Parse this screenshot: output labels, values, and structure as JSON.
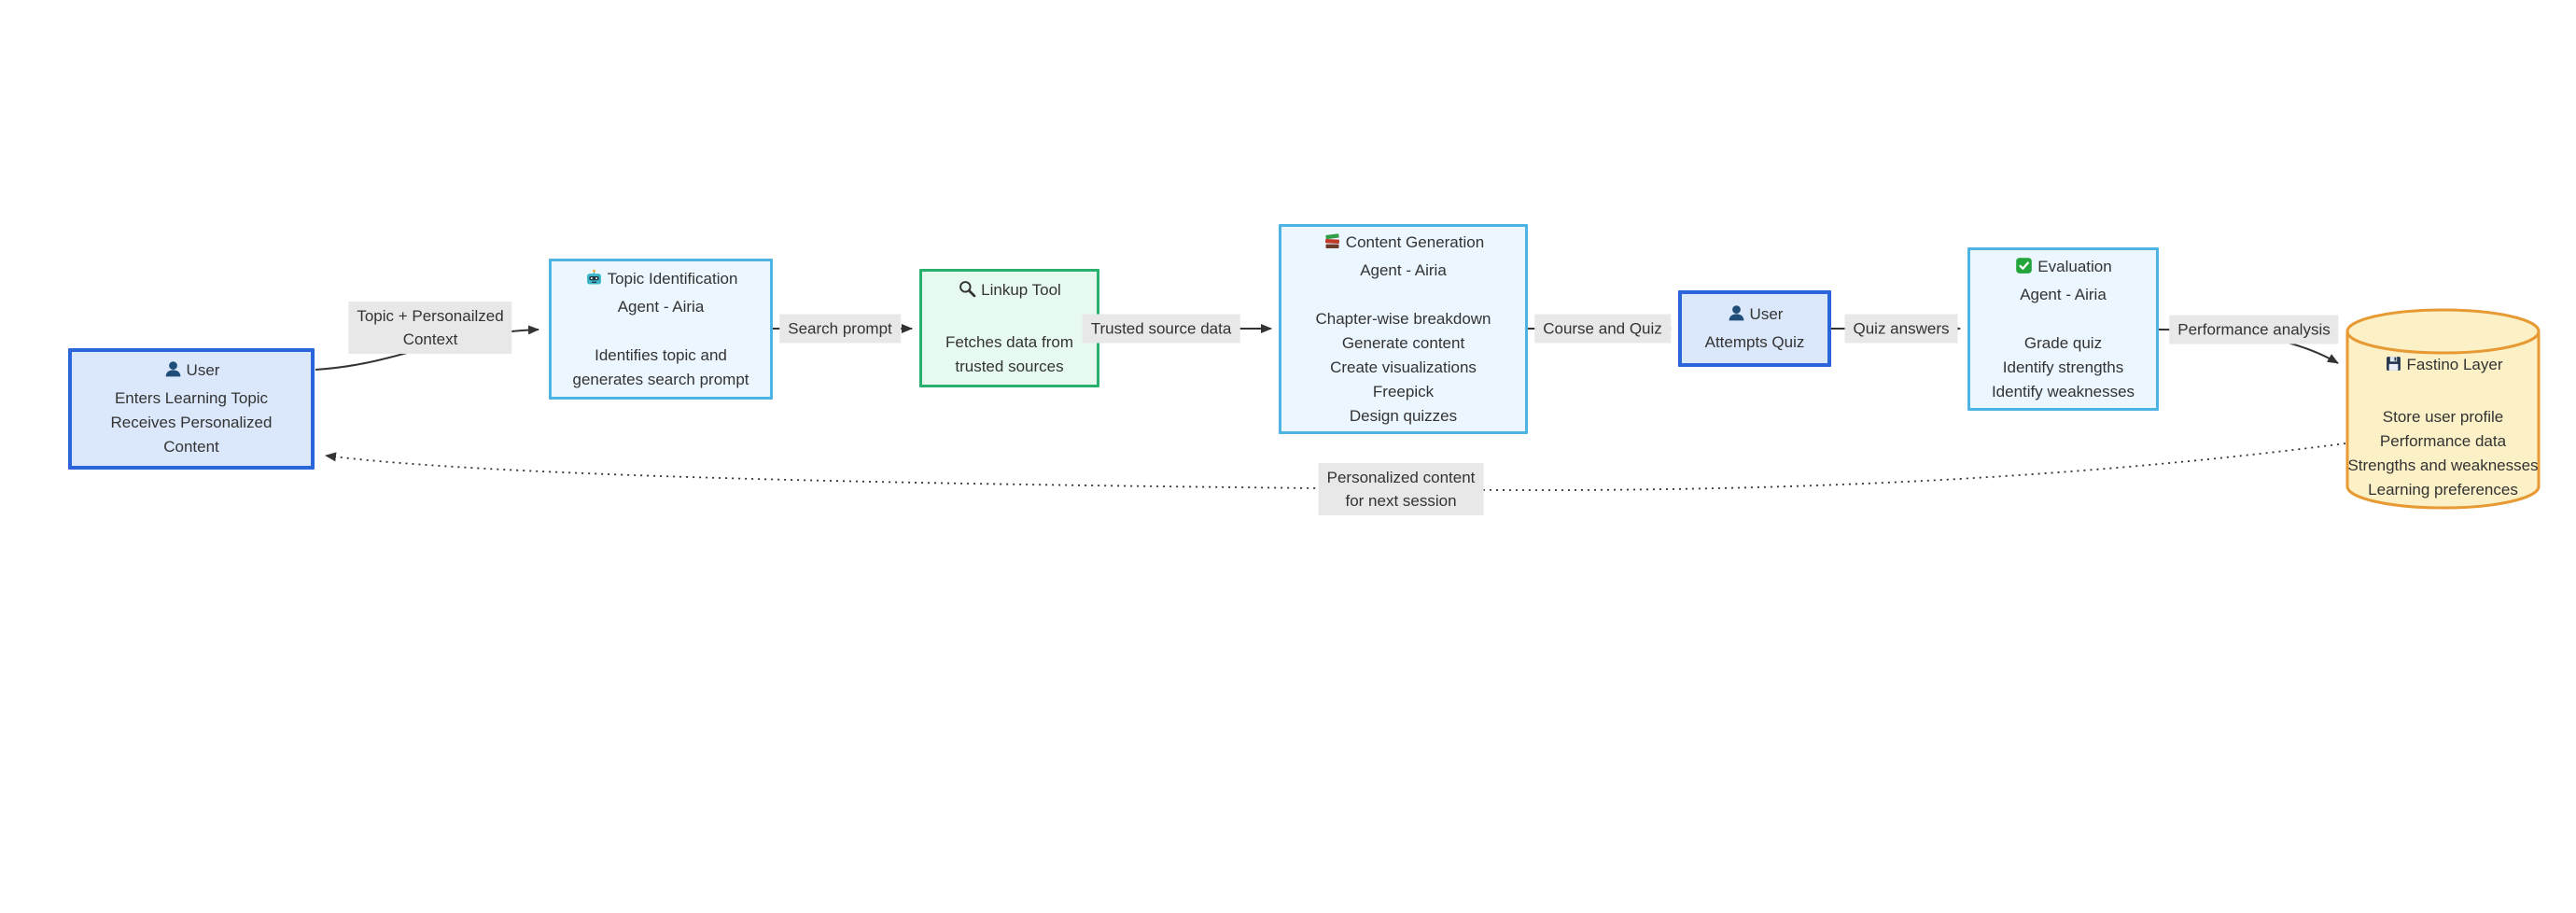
{
  "canvas": {
    "background": "#ffffff"
  },
  "colors": {
    "edge": "#333333",
    "label_bg": "#e8e8e8",
    "text": "#333333",
    "user_fill": "#dbe8fb",
    "user_stroke": "#2a65d9",
    "agent_fill": "#ebf6ff",
    "agent_stroke": "#4db3e3",
    "tool_fill": "#e7faf0",
    "tool_stroke": "#28b06e",
    "db_fill": "#fbf0c6",
    "db_stroke": "#e79a33"
  },
  "nodes": [
    {
      "id": "user",
      "icon": "user-icon",
      "title": "User",
      "body": [
        "Enters Learning Topic",
        "Receives Personalized",
        "Content"
      ],
      "fill": "#dbe8fb",
      "stroke": "#2a65d9",
      "shape": "rect"
    },
    {
      "id": "topic-identification-agent",
      "icon": "robot-icon",
      "title": "Topic Identification",
      "subtitle": "Agent - Airia",
      "body": [
        "Identifies topic and",
        "generates search prompt"
      ],
      "fill": "#ebf6ff",
      "stroke": "#4db3e3",
      "shape": "rect"
    },
    {
      "id": "linkup-tool",
      "icon": "search-icon",
      "title": "Linkup Tool",
      "body": [
        "Fetches data from",
        "trusted sources"
      ],
      "fill": "#e7faf0",
      "stroke": "#28b06e",
      "shape": "rect"
    },
    {
      "id": "content-generation-agent",
      "icon": "books-icon",
      "title": "Content Generation",
      "subtitle": "Agent - Airia",
      "body": [
        "Chapter-wise breakdown",
        "Generate content",
        "Create visualizations",
        "Freepick",
        "Design quizzes"
      ],
      "fill": "#ebf6ff",
      "stroke": "#4db3e3",
      "shape": "rect"
    },
    {
      "id": "user-attempts-quiz",
      "icon": "user-icon",
      "title": "User",
      "body": [
        "Attempts Quiz"
      ],
      "fill": "#dbe8fb",
      "stroke": "#2a65d9",
      "shape": "rect"
    },
    {
      "id": "evaluation-agent",
      "icon": "check-icon",
      "title": "Evaluation",
      "subtitle": "Agent - Airia",
      "body": [
        "Grade quiz",
        "Identify strengths",
        "Identify weaknesses"
      ],
      "fill": "#ebf6ff",
      "stroke": "#4db3e3",
      "shape": "rect"
    },
    {
      "id": "fastino-layer",
      "icon": "floppy-icon",
      "title": "Fastino Layer",
      "body": [
        "Store user profile",
        "Performance data",
        "Strengths and weaknesses",
        "Learning preferences"
      ],
      "fill": "#fbf0c6",
      "stroke": "#e79a33",
      "shape": "cylinder"
    }
  ],
  "edge_labels": [
    {
      "id": "topic-context",
      "lines": [
        "Topic + Personailzed",
        "Context"
      ]
    },
    {
      "id": "search-prompt",
      "lines": [
        "Search prompt"
      ]
    },
    {
      "id": "trusted-source-data",
      "lines": [
        "Trusted source data"
      ]
    },
    {
      "id": "course-and-quiz",
      "lines": [
        "Course and Quiz"
      ]
    },
    {
      "id": "quiz-answers",
      "lines": [
        "Quiz answers"
      ]
    },
    {
      "id": "performance-analysis",
      "lines": [
        "Performance analysis"
      ]
    },
    {
      "id": "personalized-content",
      "lines": [
        "Personalized content",
        "for next session"
      ]
    }
  ]
}
